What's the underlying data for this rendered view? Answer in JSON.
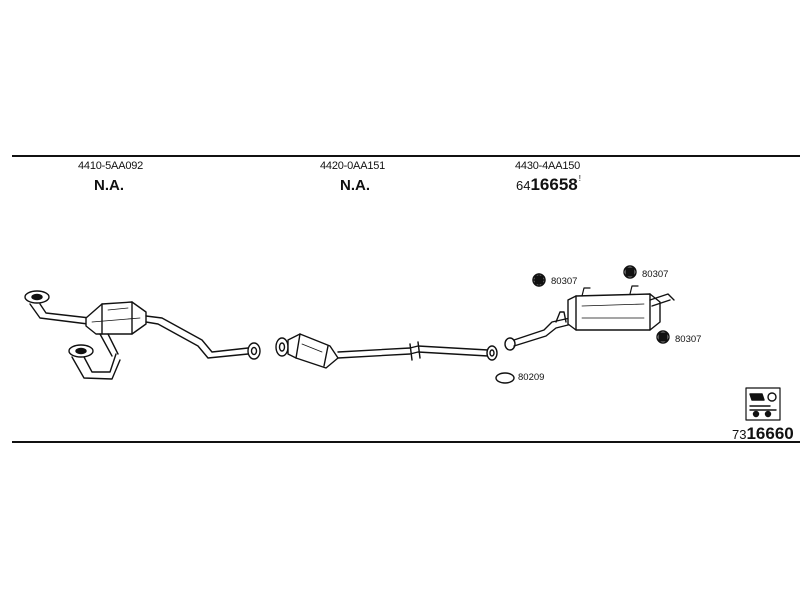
{
  "sections": [
    {
      "code": "4410-5AA092",
      "status": "N.A."
    },
    {
      "code": "4420-0AA151",
      "status": "N.A."
    },
    {
      "code": "4430-4AA150",
      "part_prefix": "64",
      "part_number": "16658",
      "part_mark": "!"
    }
  ],
  "fittings": {
    "hanger_top_left": "80307",
    "hanger_top_right": "80307",
    "hanger_right": "80307",
    "gasket": "80209"
  },
  "kit": {
    "prefix": "73",
    "number": "16660"
  }
}
